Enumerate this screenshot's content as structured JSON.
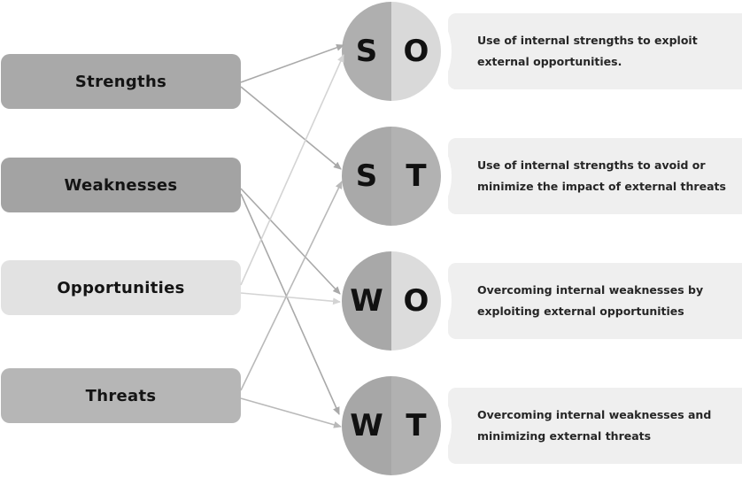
{
  "factors": [
    {
      "id": "strengths",
      "label": "Strengths",
      "color": "#a9a9a9"
    },
    {
      "id": "weaknesses",
      "label": "Weaknesses",
      "color": "#a3a3a3"
    },
    {
      "id": "opportunities",
      "label": "Opportunities",
      "color": "#e2e2e2"
    },
    {
      "id": "threats",
      "label": "Threats",
      "color": "#b6b6b6"
    }
  ],
  "strategies": [
    {
      "id": "SO",
      "left_letter": "S",
      "right_letter": "O",
      "left_color": "#afafaf",
      "right_color": "#d9d9d9",
      "lines": [
        "Use of internal strengths to exploit",
        "external opportunities."
      ]
    },
    {
      "id": "ST",
      "left_letter": "S",
      "right_letter": "T",
      "left_color": "#a9a9a9",
      "right_color": "#b2b2b2",
      "lines": [
        "Use of internal strengths to avoid or",
        "minimize the impact of external threats"
      ]
    },
    {
      "id": "WO",
      "left_letter": "W",
      "right_letter": "O",
      "left_color": "#a8a8a8",
      "right_color": "#dcdcdc",
      "lines": [
        "Overcoming internal weaknesses by",
        "exploiting external opportunities"
      ]
    },
    {
      "id": "WT",
      "left_letter": "W",
      "right_letter": "T",
      "left_color": "#a7a7a7",
      "right_color": "#b1b1b1",
      "lines": [
        "Overcoming internal weaknesses and",
        "minimizing external threats"
      ]
    }
  ],
  "connections": [
    {
      "from": "strengths",
      "to": "SO",
      "color": "#a9a9a9"
    },
    {
      "from": "strengths",
      "to": "ST",
      "color": "#a9a9a9"
    },
    {
      "from": "weaknesses",
      "to": "WO",
      "color": "#a9a9a9"
    },
    {
      "from": "weaknesses",
      "to": "WT",
      "color": "#a9a9a9"
    },
    {
      "from": "opportunities",
      "to": "SO",
      "color": "#d4d4d4"
    },
    {
      "from": "opportunities",
      "to": "WO",
      "color": "#d4d4d4"
    },
    {
      "from": "threats",
      "to": "ST",
      "color": "#b9b9b9"
    },
    {
      "from": "threats",
      "to": "WT",
      "color": "#b9b9b9"
    }
  ],
  "colors": {
    "band_bg": "#efefef",
    "background": "#ffffff"
  }
}
